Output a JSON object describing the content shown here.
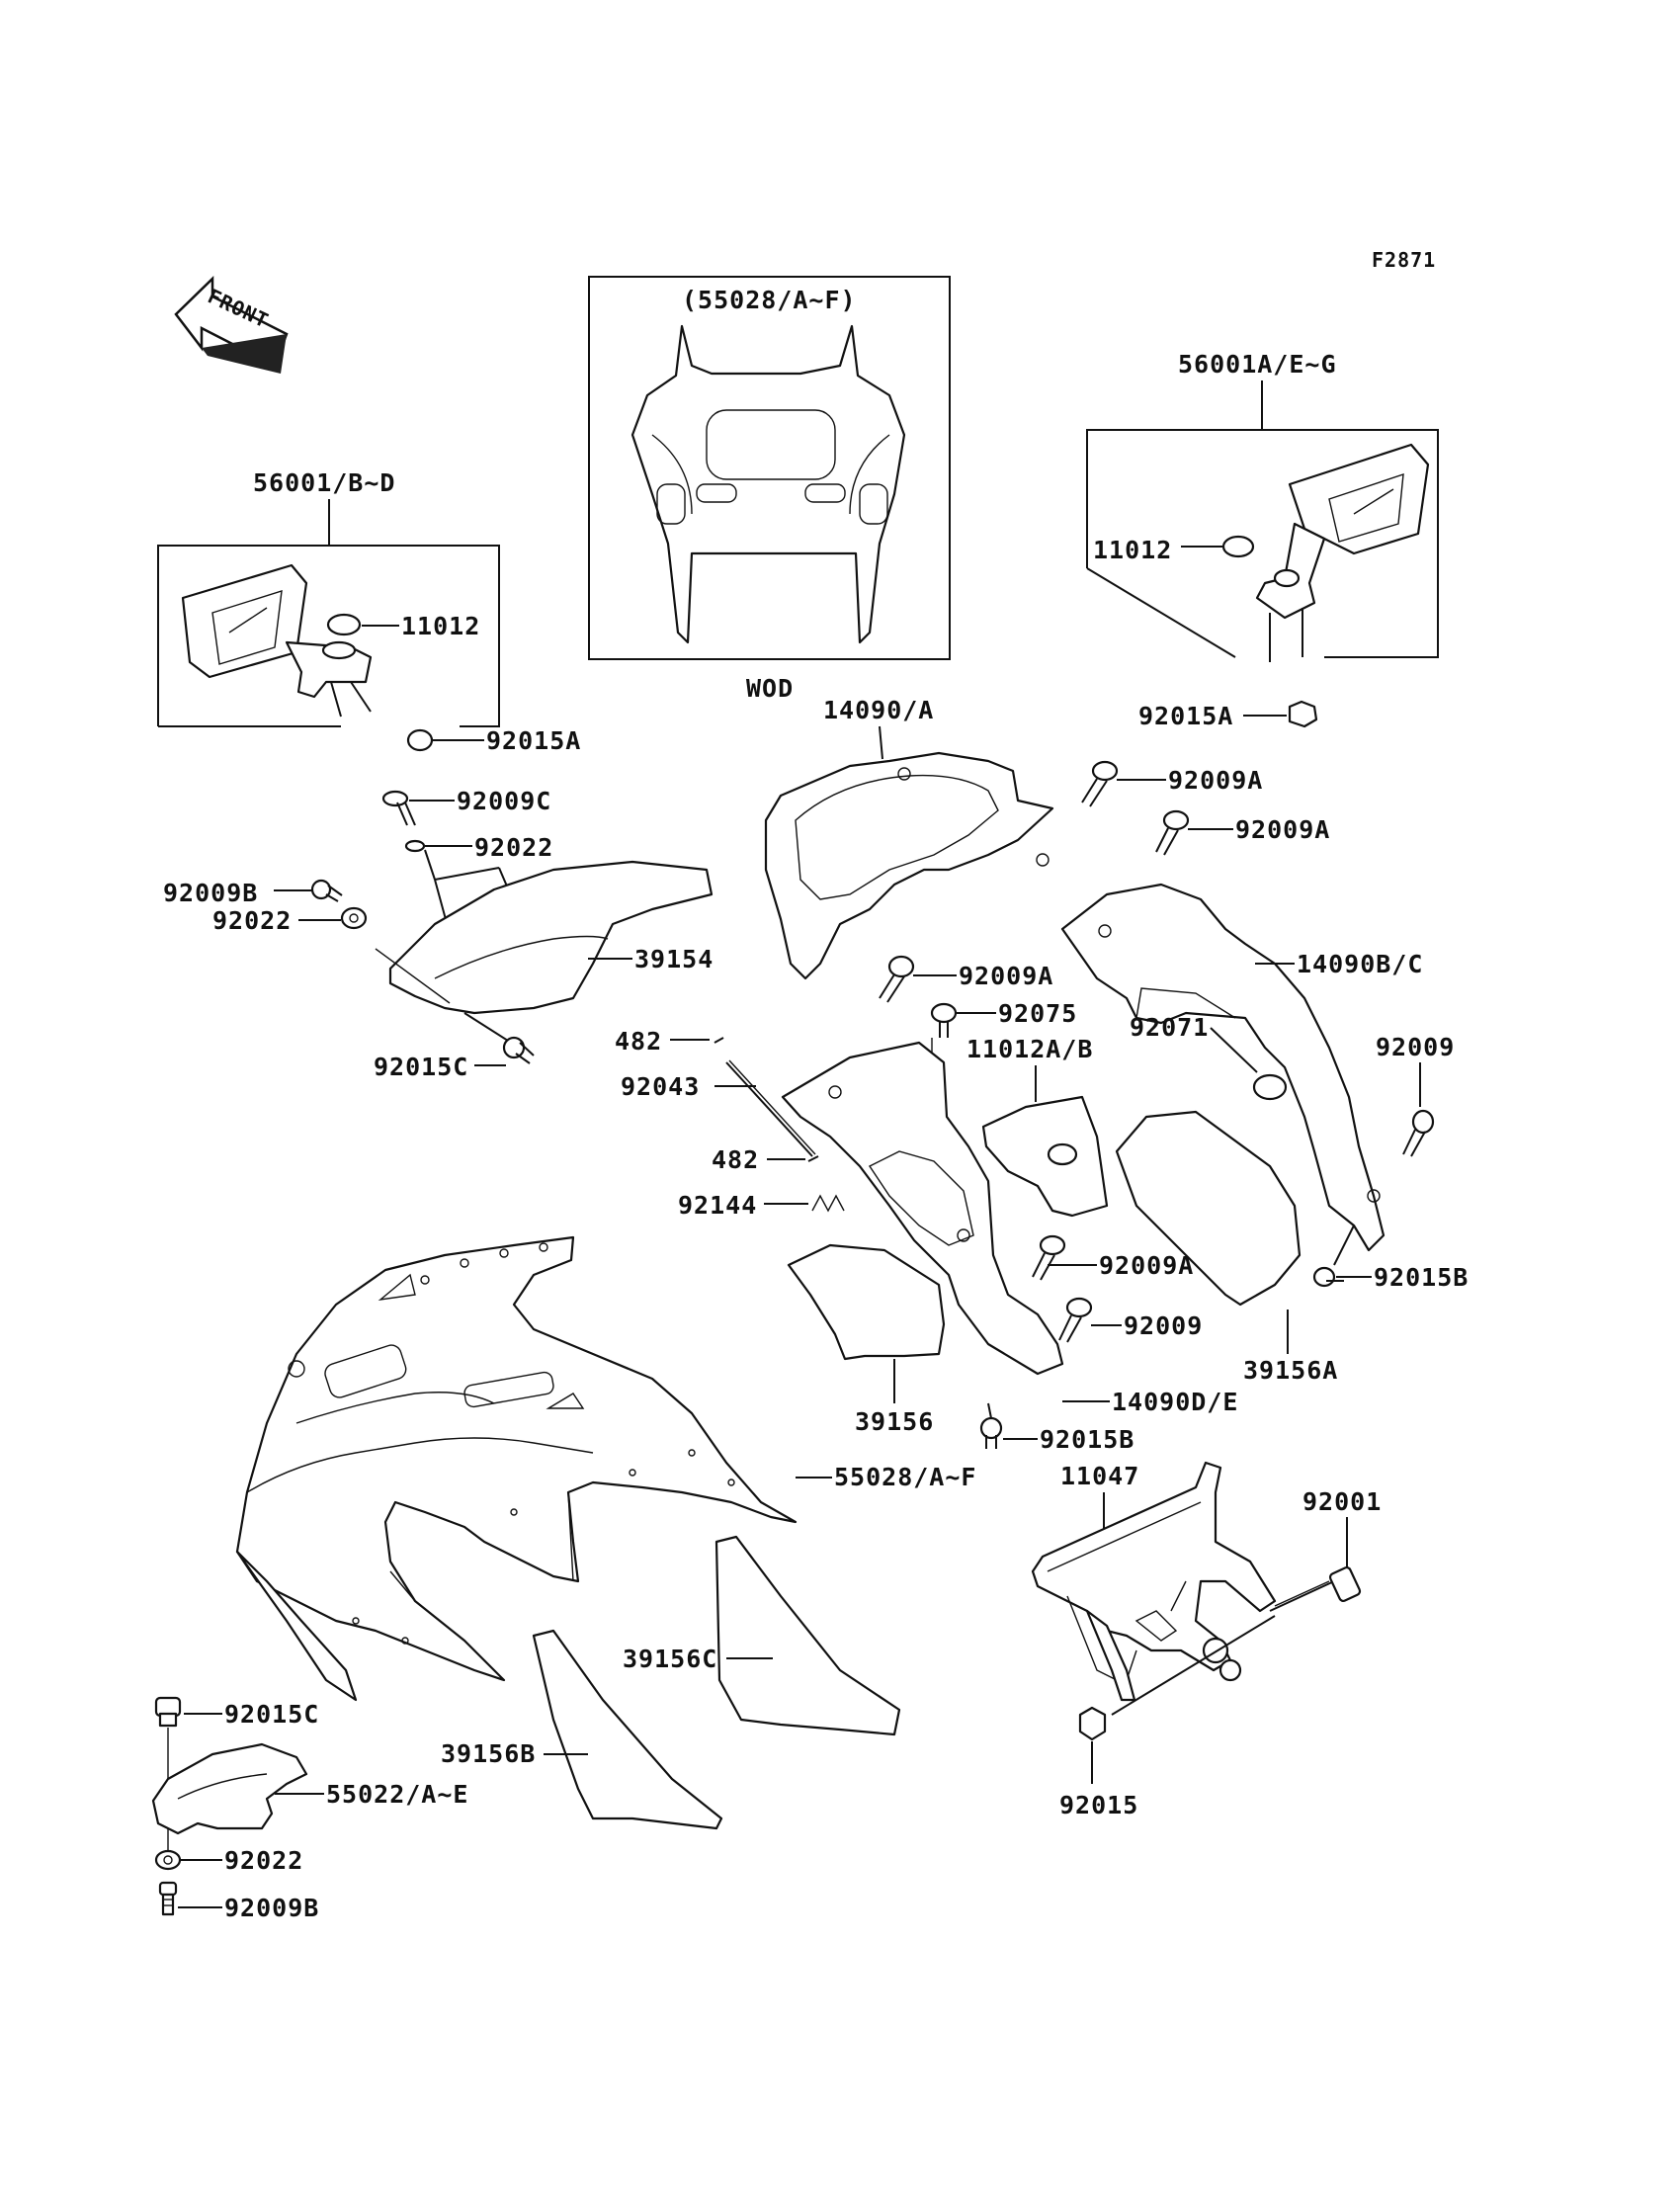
{
  "figure_code": "F2871",
  "direction_arrow": "FRONT",
  "windshield_box": {
    "title": "(55028/A~F)",
    "note": "WOD"
  },
  "parts": [
    {
      "id": "56001-b-d",
      "text": "56001/B~D"
    },
    {
      "id": "56001-a-e-g",
      "text": "56001A/E~G"
    },
    {
      "id": "11012-left",
      "text": "11012"
    },
    {
      "id": "11012-right",
      "text": "11012"
    },
    {
      "id": "92015a-left",
      "text": "92015A"
    },
    {
      "id": "92015a-right",
      "text": "92015A"
    },
    {
      "id": "14090-a",
      "text": "14090/A"
    },
    {
      "id": "92009a-1",
      "text": "92009A"
    },
    {
      "id": "92009a-2",
      "text": "92009A"
    },
    {
      "id": "92009c",
      "text": "92009C"
    },
    {
      "id": "92022-1",
      "text": "92022"
    },
    {
      "id": "92009b-1",
      "text": "92009B"
    },
    {
      "id": "92022-2",
      "text": "92022"
    },
    {
      "id": "39154",
      "text": "39154"
    },
    {
      "id": "14090b-c",
      "text": "14090B/C"
    },
    {
      "id": "92009a-3",
      "text": "92009A"
    },
    {
      "id": "92075",
      "text": "92075"
    },
    {
      "id": "482-1",
      "text": "482"
    },
    {
      "id": "92015c-1",
      "text": "92015C"
    },
    {
      "id": "92043",
      "text": "92043"
    },
    {
      "id": "11012a-b",
      "text": "11012A/B"
    },
    {
      "id": "92071",
      "text": "92071"
    },
    {
      "id": "92009-1",
      "text": "92009"
    },
    {
      "id": "482-2",
      "text": "482"
    },
    {
      "id": "92144",
      "text": "92144"
    },
    {
      "id": "92009a-4",
      "text": "92009A"
    },
    {
      "id": "92015b-1",
      "text": "92015B"
    },
    {
      "id": "92009-2",
      "text": "92009"
    },
    {
      "id": "39156a",
      "text": "39156A"
    },
    {
      "id": "14090d-e",
      "text": "14090D/E"
    },
    {
      "id": "39156",
      "text": "39156"
    },
    {
      "id": "92015b-2",
      "text": "92015B"
    },
    {
      "id": "55028-a-f",
      "text": "55028/A~F"
    },
    {
      "id": "11047",
      "text": "11047"
    },
    {
      "id": "92001",
      "text": "92001"
    },
    {
      "id": "39156c",
      "text": "39156C"
    },
    {
      "id": "92015c-2",
      "text": "92015C"
    },
    {
      "id": "39156b",
      "text": "39156B"
    },
    {
      "id": "55022-a-e",
      "text": "55022/A~E"
    },
    {
      "id": "92015",
      "text": "92015"
    },
    {
      "id": "92022-3",
      "text": "92022"
    },
    {
      "id": "92009b-2",
      "text": "92009B"
    }
  ]
}
